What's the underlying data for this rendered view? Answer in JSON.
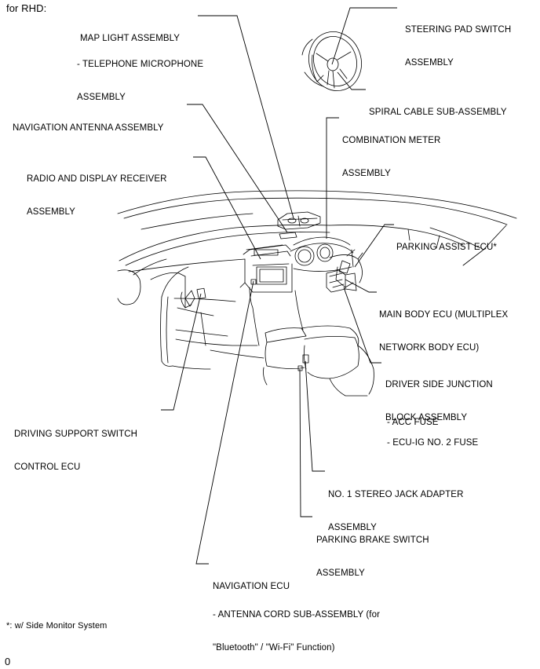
{
  "header": {
    "title": "for RHD:"
  },
  "labels": {
    "map_light": [
      "MAP LIGHT ASSEMBLY"
    ],
    "telephone_mic": [
      "- TELEPHONE MICROPHONE",
      "ASSEMBLY"
    ],
    "nav_antenna": [
      "NAVIGATION ANTENNA ASSEMBLY"
    ],
    "radio_display": [
      "RADIO AND DISPLAY RECEIVER",
      "ASSEMBLY"
    ],
    "steering_pad": [
      "STEERING PAD SWITCH",
      "ASSEMBLY"
    ],
    "spiral_cable": [
      "SPIRAL CABLE SUB-ASSEMBLY"
    ],
    "combination_meter": [
      "COMBINATION METER",
      "ASSEMBLY"
    ],
    "parking_assist": [
      "PARKING ASSIST ECU*"
    ],
    "main_body_ecu": [
      "MAIN BODY ECU (MULTIPLEX",
      "NETWORK BODY ECU)"
    ],
    "junction_block": [
      "DRIVER SIDE JUNCTION",
      "BLOCK ASSEMBLY"
    ],
    "acc_fuse": [
      "- ACC FUSE"
    ],
    "ecu_ig_fuse": [
      "- ECU-IG NO. 2 FUSE"
    ],
    "driving_support": [
      "DRIVING SUPPORT SWITCH",
      "CONTROL ECU"
    ],
    "stereo_jack": [
      "NO. 1 STEREO JACK ADAPTER",
      "ASSEMBLY"
    ],
    "parking_brake": [
      "PARKING BRAKE SWITCH",
      "ASSEMBLY"
    ],
    "navigation_ecu": [
      "NAVIGATION ECU"
    ],
    "antenna_cord": [
      "- ANTENNA CORD SUB-ASSEMBLY (for",
      "\"Bluetooth\" / \"Wi-Fi\" Function)"
    ]
  },
  "footnote": "*: w/ Side Monitor System",
  "figure_id": "0"
}
